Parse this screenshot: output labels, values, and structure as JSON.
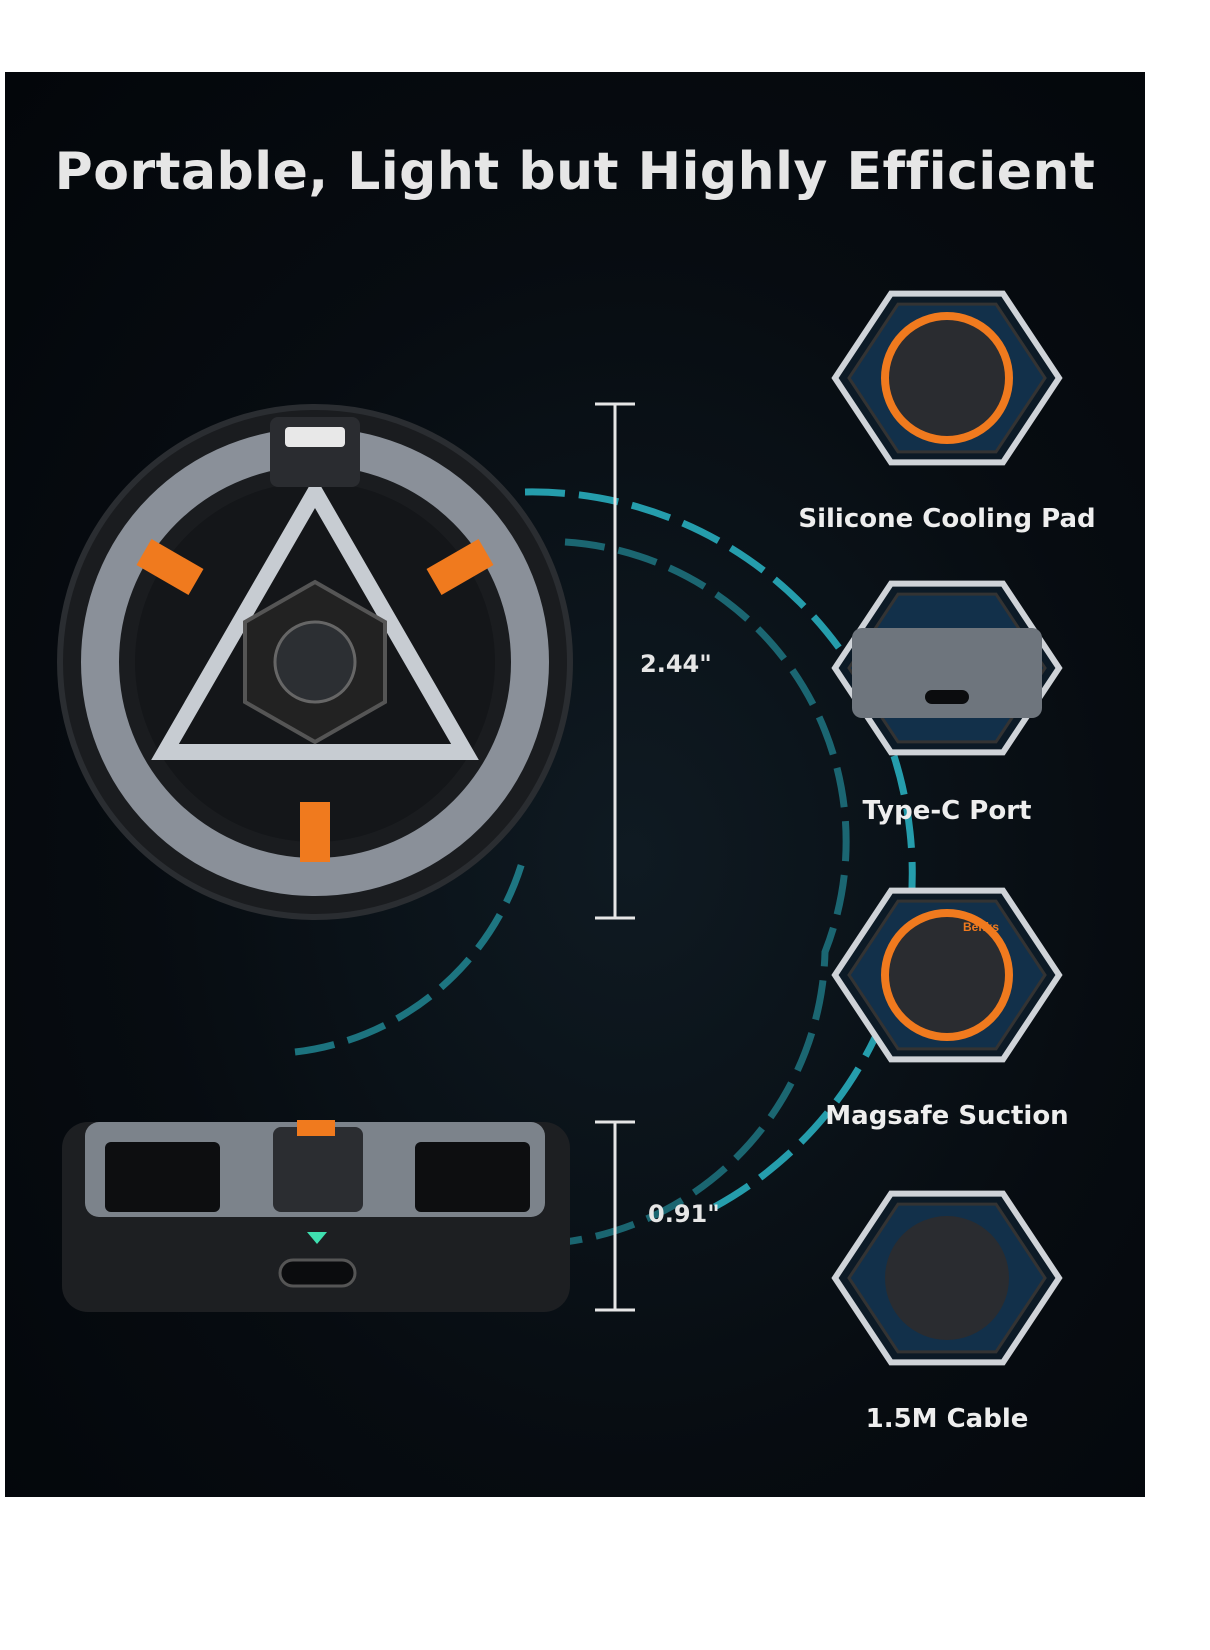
{
  "title": "Portable, Light but Highly Efficient",
  "dimensions": {
    "diameter": "2.44\"",
    "thickness": "0.91\""
  },
  "features": [
    {
      "label": "Silicone Cooling Pad"
    },
    {
      "label": "Type-C Port"
    },
    {
      "label": "Magsafe Suction"
    },
    {
      "label": "1.5M Cable"
    }
  ],
  "brand": "Benks",
  "colors": {
    "background": "#060b10",
    "accent_orange": "#f07a1e",
    "accent_cyan": "#2bb8c8",
    "indicator_green": "#3fe0b0"
  }
}
